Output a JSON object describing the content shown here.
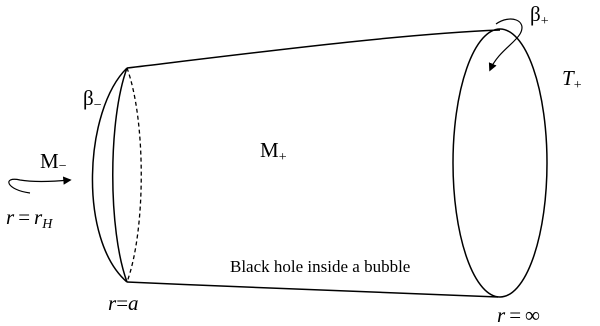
{
  "diagram": {
    "labels": {
      "beta_minus": {
        "base": "β",
        "sub": "−"
      },
      "beta_plus": {
        "base": "β",
        "sub": "+"
      },
      "T_plus": {
        "base": "T",
        "sub": "+"
      },
      "M_minus": {
        "base": "M",
        "sub": "−"
      },
      "M_plus": {
        "base": "M",
        "sub": "+"
      },
      "r_eq_rH": {
        "lhs": "r",
        "eq": "=",
        "rhs": "r",
        "sub": "H"
      },
      "r_eq_a": {
        "lhs": "r",
        "eq": "=",
        "rhs": "a"
      },
      "r_eq_inf": {
        "lhs": "r",
        "eq": "=",
        "rhs": "∞"
      },
      "caption": "Black hole inside a bubble"
    }
  }
}
